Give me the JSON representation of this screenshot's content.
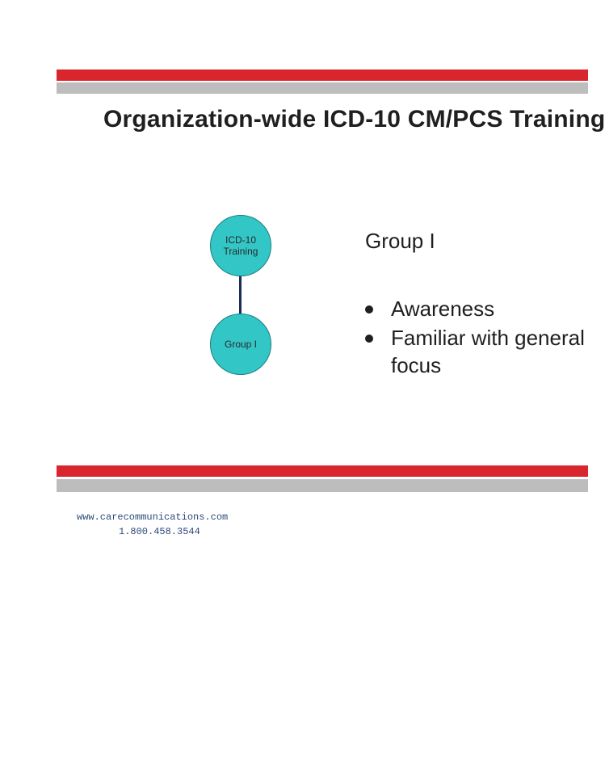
{
  "slide": {
    "title": "Organization-wide ICD-10 CM/PCS Training",
    "diagram": {
      "top_node": "ICD-10\nTraining",
      "bottom_node": "Group I"
    },
    "heading": "Group I",
    "bullets": [
      {
        "line1": "Awareness",
        "line2": ""
      },
      {
        "line1": "Familiar with general",
        "line2": "focus"
      }
    ],
    "footer": {
      "website": "www.carecommunications.com",
      "phone": "1.800.458.3544"
    }
  },
  "colors": {
    "stripe_red": "#d9262e",
    "stripe_gray": "#bdbdbd",
    "node_fill": "#33c6c6",
    "connector": "#1d2b5a"
  }
}
